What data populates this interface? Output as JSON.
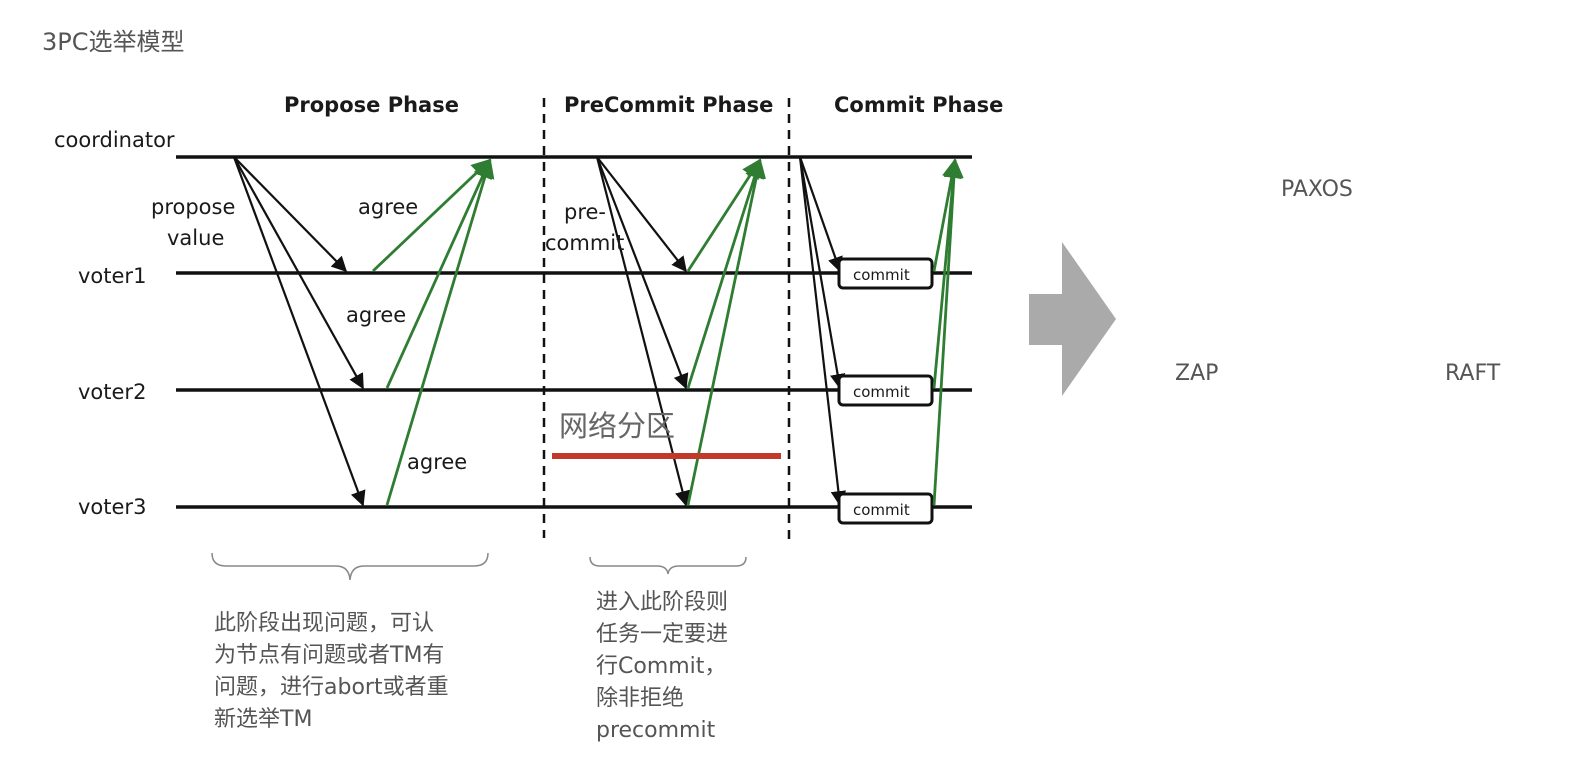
{
  "page": {
    "title": "3PC选举模型"
  },
  "diagram": {
    "phases": [
      "Propose Phase",
      "PreCommit Phase",
      "Commit Phase"
    ],
    "participants": [
      "coordinator",
      "voter1",
      "voter2",
      "voter3"
    ],
    "message_labels": {
      "propose_1": "propose",
      "propose_2": "value",
      "agree_1": "agree",
      "agree_2": "agree",
      "agree_3": "agree",
      "precommit_1": "pre-",
      "precommit_2": "commit"
    },
    "commit_box_label": "commit",
    "partition_label": "网络分区",
    "colors": {
      "request_arrow": "#111111",
      "response_arrow": "#2e7d32",
      "partition_line": "#c0392b",
      "big_arrow": "#aaaaaa"
    }
  },
  "notes": {
    "propose_phase": [
      "此阶段出现问题，可认",
      "为节点有问题或者TM有",
      "问题，进行abort或者重",
      "新选举TM"
    ],
    "precommit_phase": [
      "进入此阶段则",
      "任务一定要进",
      "行Commit，",
      "除非拒绝",
      "precommit"
    ]
  },
  "algorithms": {
    "top": "PAXOS",
    "left": "ZAP",
    "right": "RAFT"
  }
}
